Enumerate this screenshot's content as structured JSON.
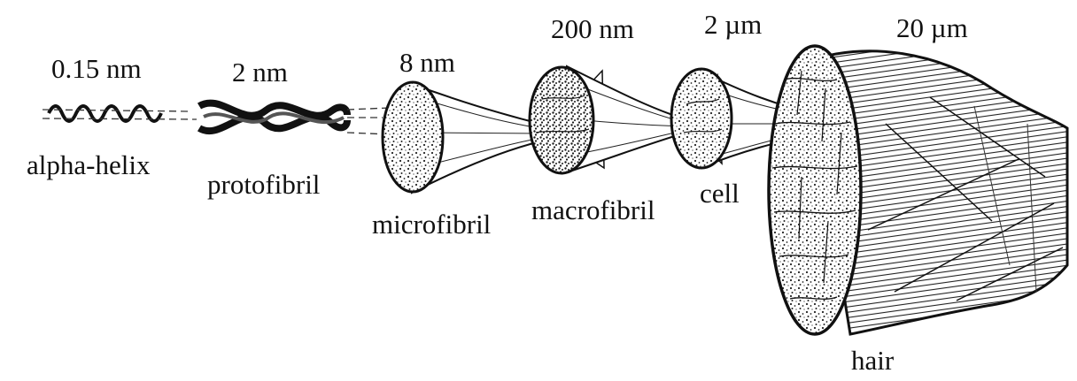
{
  "figure": {
    "sizes": {
      "alpha_helix": "0.15 nm",
      "protofibril": "2 nm",
      "microfibril": "8 nm",
      "macrofibril": "200 nm",
      "cell": "2 µm",
      "hair": "20 µm"
    },
    "names": {
      "alpha_helix": "alpha-helix",
      "protofibril": "protofibril",
      "microfibril": "microfibril",
      "macrofibril": "macrofibril",
      "cell": "cell",
      "hair": "hair"
    }
  }
}
